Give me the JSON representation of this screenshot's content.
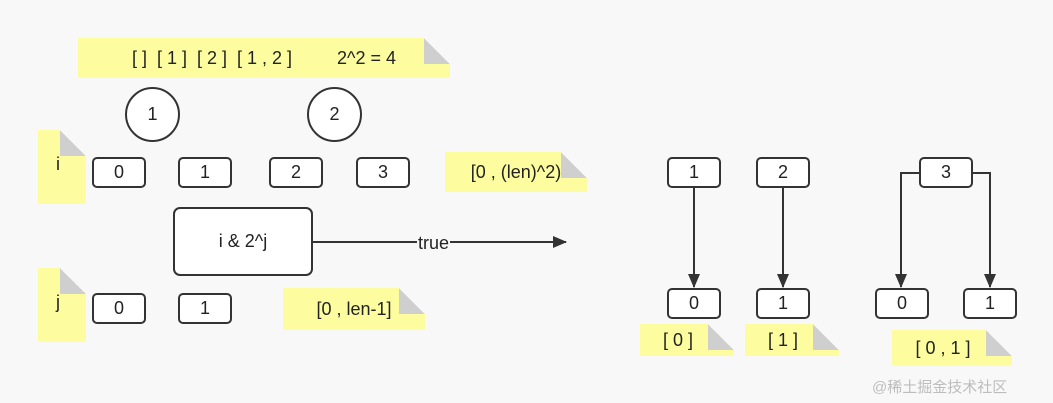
{
  "notes": {
    "subsets": "[ ]  [ 1 ]  [ 2 ]  [ 1 , 2 ]         2^2 = 4",
    "i_label": "i",
    "j_label": "j",
    "i_range": "[0 , (len)^2)",
    "j_range": "[0 , len-1]",
    "result_0": "[ 0 ]",
    "result_1": "[ 1 ]",
    "result_01": "[ 0 , 1 ]"
  },
  "circles": [
    "1",
    "2"
  ],
  "i_values": [
    "0",
    "1",
    "2",
    "3"
  ],
  "j_values": [
    "0",
    "1"
  ],
  "condition": "i & 2^j",
  "edge_label": "true",
  "trees": {
    "t1": {
      "parent": "1",
      "children": [
        "0"
      ]
    },
    "t2": {
      "parent": "2",
      "children": [
        "1"
      ]
    },
    "t3": {
      "parent": "3",
      "children": [
        "0",
        "1"
      ]
    }
  },
  "watermark": "@稀土掘金技术社区"
}
